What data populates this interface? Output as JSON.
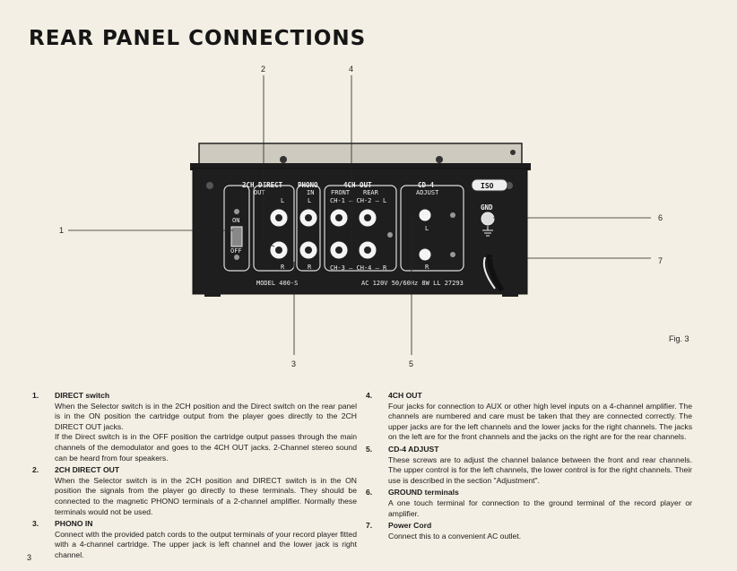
{
  "page": {
    "title": "REAR PANEL CONNECTIONS",
    "page_number": "3",
    "fig_label": "Fig. 3"
  },
  "callouts": [
    "1",
    "2",
    "3",
    "4",
    "5",
    "6",
    "7"
  ],
  "panel": {
    "sections": {
      "direct": "2CH DIRECT",
      "direct_sub": "OUT",
      "phono": "PHONO",
      "phono_sub": "IN",
      "out4ch": "4CH OUT",
      "front": "FRONT",
      "rear": "REAR",
      "ch_top": "CH-1 — CH-2 — L",
      "ch_bottom": "CH-3 — CH-4 — R",
      "cd4": "CD-4",
      "cd4_sub": "ADJUST",
      "gnd": "GND",
      "on": "ON",
      "off": "OFF",
      "L": "L",
      "R": "R"
    },
    "model": "MODEL 400-S",
    "power_spec": "AC 120V 50/60Hz 8W  LL 27293",
    "badge": "ISO"
  },
  "items": [
    {
      "num": "1.",
      "title": "DIRECT switch",
      "body": "When the Selector switch is in the 2CH position and the Direct switch on the rear panel is in the ON position the cartridge output from the player goes directly to the 2CH DIRECT OUT jacks.",
      "body2": "If the Direct switch is in the OFF position the cartridge output passes through the main channels of the demodulator and goes to the 4CH OUT jacks. 2-Channel stereo sound can be heard from four speakers."
    },
    {
      "num": "2.",
      "title": "2CH DIRECT OUT",
      "body": "When the Selector switch is in the 2CH position and DIRECT switch is in the ON position the signals from the player go directly to these terminals. They should be connected to the magnetic PHONO terminals of a 2-channel amplifier. Normally these terminals would not be used."
    },
    {
      "num": "3.",
      "title": "PHONO IN",
      "body": "Connect with the provided patch cords to the output terminals of your record player fitted with a 4-channel cartridge. The upper jack is left channel and the lower jack is right channel."
    },
    {
      "num": "4.",
      "title": "4CH OUT",
      "body": "Four jacks for connection to AUX or other high level inputs on a 4-channel amplifier. The channels are numbered and care must be taken that they are connected correctly. The upper jacks are for the left channels and the lower jacks for the right channels. The jacks on the left are for the front channels and the jacks on the right are for the rear channels."
    },
    {
      "num": "5.",
      "title": "CD-4 ADJUST",
      "body": "These screws are to adjust the channel balance between the front and rear channels. The upper control is for the left channels, the lower control is for the right channels. Their use is described in the section \"Adjustment\"."
    },
    {
      "num": "6.",
      "title": "GROUND terminals",
      "body": "A one touch terminal for connection to the ground terminal of the record player or amplifier."
    },
    {
      "num": "7.",
      "title": "Power Cord",
      "body": "Connect this to a convenient AC outlet."
    }
  ]
}
